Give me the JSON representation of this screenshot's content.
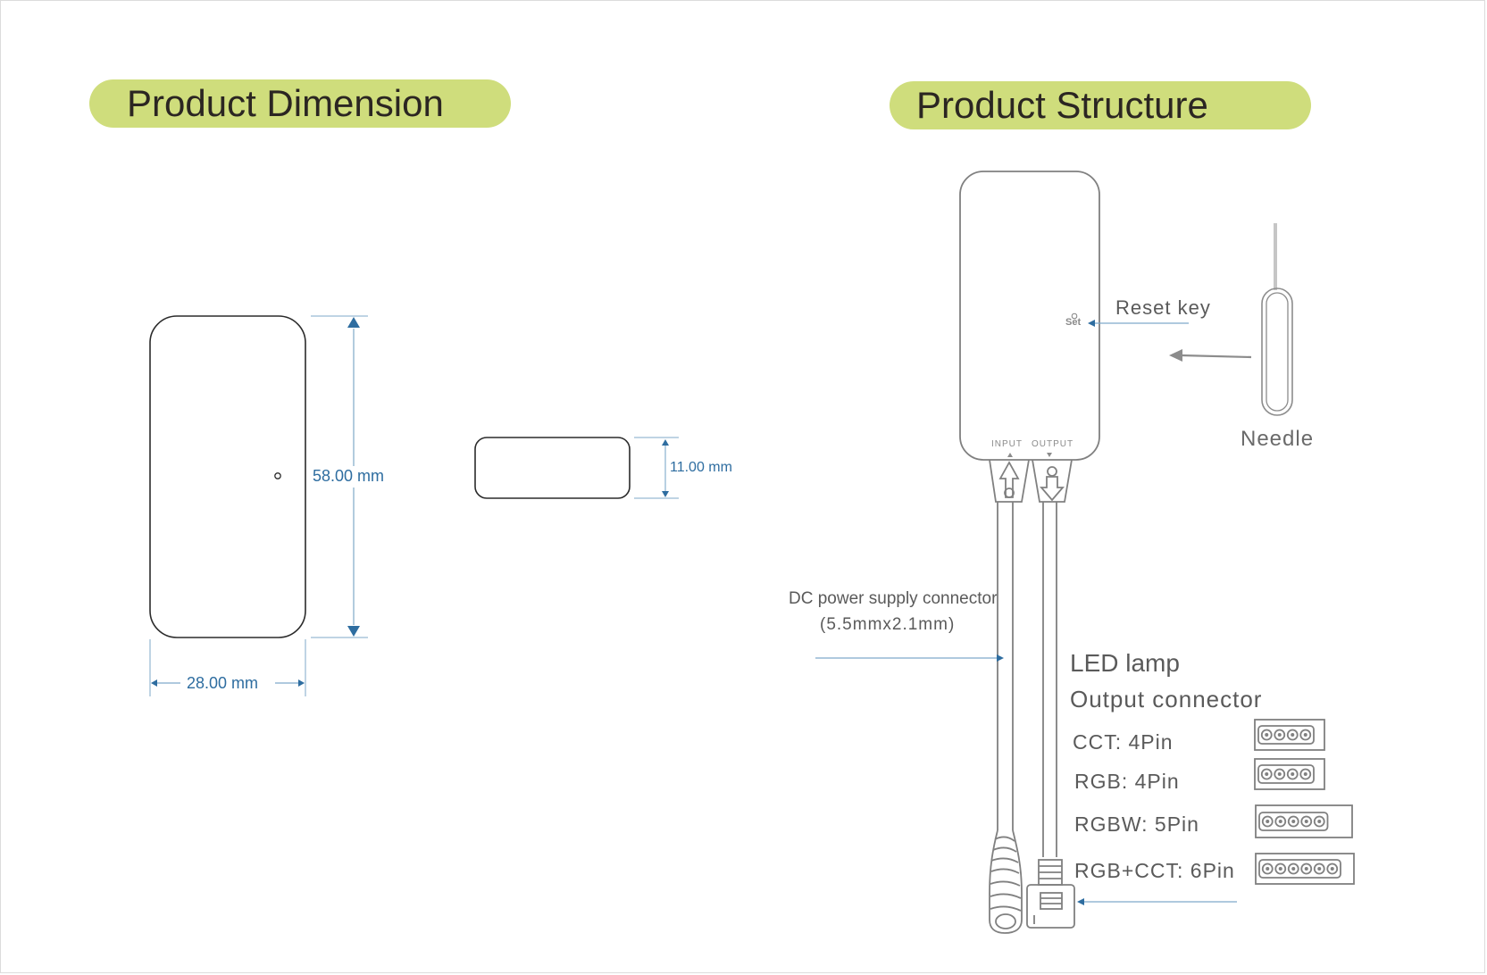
{
  "sections": {
    "dimension_title": "Product Dimension",
    "structure_title": "Product Structure"
  },
  "dimensions": {
    "height_label": "58.00 mm",
    "width_label": "28.00 mm",
    "depth_label": "11.00 mm"
  },
  "structure": {
    "set_label": "Set",
    "reset_key_label": "Reset key",
    "needle_label": "Needle",
    "input_label": "INPUT",
    "output_label": "OUTPUT",
    "dc_connector_line1": "DC power supply connector",
    "dc_connector_line2": "(5.5mmx2.1mm)",
    "led_title_line1": "LED lamp",
    "led_title_line2": "Output connector",
    "connectors": [
      {
        "label": "CCT: 4Pin",
        "pins": 4
      },
      {
        "label": "RGB: 4Pin",
        "pins": 4
      },
      {
        "label": "RGBW: 5Pin",
        "pins": 5
      },
      {
        "label": "RGB+CCT: 6Pin",
        "pins": 6
      }
    ]
  },
  "colors": {
    "pill_bg": "#cfdd7c",
    "dimension_blue": "#2e6da0",
    "outline_gray": "#808080"
  }
}
